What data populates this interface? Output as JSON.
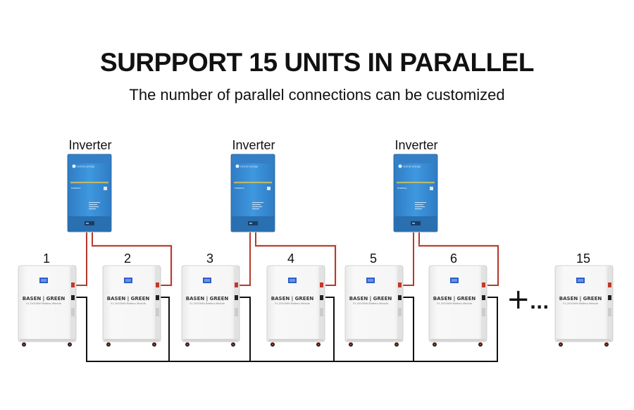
{
  "header": {
    "title": "SURPPORT 15 UNITS IN PARALLEL",
    "subtitle": "The number of parallel connections can be customized"
  },
  "inverters": [
    {
      "label": "Inverter",
      "brand": "victron energy",
      "model": "MultiPlus"
    },
    {
      "label": "Inverter",
      "brand": "victron energy",
      "model": "MultiPlus"
    },
    {
      "label": "Inverter",
      "brand": "victron energy",
      "model": "MultiPlus"
    }
  ],
  "batteries": [
    {
      "number": "1",
      "brand": "BASEN | GREEN",
      "model": "51.2V200AH Battery Module"
    },
    {
      "number": "2",
      "brand": "BASEN | GREEN",
      "model": "51.2V200AH Battery Module"
    },
    {
      "number": "3",
      "brand": "BASEN | GREEN",
      "model": "51.2V200AH Battery Module"
    },
    {
      "number": "4",
      "brand": "BASEN | GREEN",
      "model": "51.2V200AH Battery Module"
    },
    {
      "number": "5",
      "brand": "BASEN | GREEN",
      "model": "51.2V200AH Battery Module"
    },
    {
      "number": "6",
      "brand": "BASEN | GREEN",
      "model": "51.2V200AH Battery Module"
    },
    {
      "number": "15",
      "brand": "BASEN | GREEN",
      "model": "51.2V200AH Battery Module"
    }
  ],
  "continuation": {
    "plus": "+",
    "dots": "..."
  },
  "colors": {
    "inverter_blue": "#3a8fd6",
    "inverter_dark": "#2a6fb0",
    "cable_red": "#b23a2a",
    "cable_black": "#111111",
    "battery_body": "#f4f4f4",
    "display_blue": "#2f5fc9"
  }
}
